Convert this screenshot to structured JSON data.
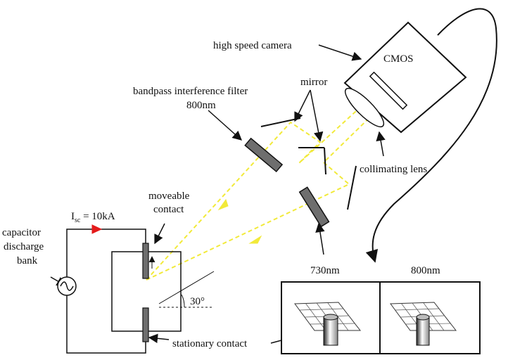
{
  "labels": {
    "high_speed_camera": "high speed camera",
    "cmos": "CMOS",
    "mirror": "mirror",
    "bandpass_filter_line1": "bandpass interference filter",
    "bandpass_filter_line2": "800nm",
    "collimating_lens": "collimating lens",
    "filter_730": "730nm",
    "moveable_contact_line1": "moveable",
    "moveable_contact_line2": "contact",
    "current_main": "I",
    "current_sub": "sc",
    "current_value": " = 10kA",
    "capacitor_line1": "capacitor",
    "capacitor_line2": "discharge",
    "capacitor_line3": "bank",
    "angle": "30°",
    "stationary_contact": "stationary contact",
    "panel_left_title": "730nm",
    "panel_right_title": "800nm"
  },
  "colors": {
    "beam": "#f2ea3a",
    "current_arrow": "#e41b1b",
    "filter_fill": "#6e6e6e",
    "line": "#111111"
  }
}
